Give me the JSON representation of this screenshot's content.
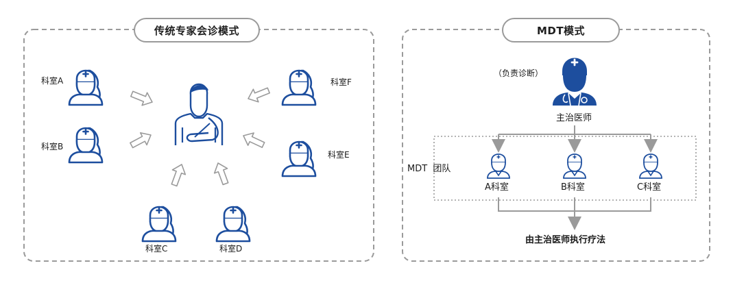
{
  "left_panel": {
    "title": "传统专家会诊模式",
    "departments": [
      "科室A",
      "科室B",
      "科室C",
      "科室D",
      "科室E",
      "科室F"
    ]
  },
  "right_panel": {
    "title": "MDT模式",
    "role_note": "（负责诊断）",
    "lead_label": "主治医师",
    "team_label": "MDT  团队",
    "team_departments": [
      "A科室",
      "B科室",
      "C科室"
    ],
    "outcome": "由主治医师执行疗法"
  },
  "colors": {
    "icon_blue": "#1d4e9e",
    "border_gray": "#9a9a9a",
    "arrow_gray": "#9a9a9a",
    "text": "#1a1a1a"
  }
}
